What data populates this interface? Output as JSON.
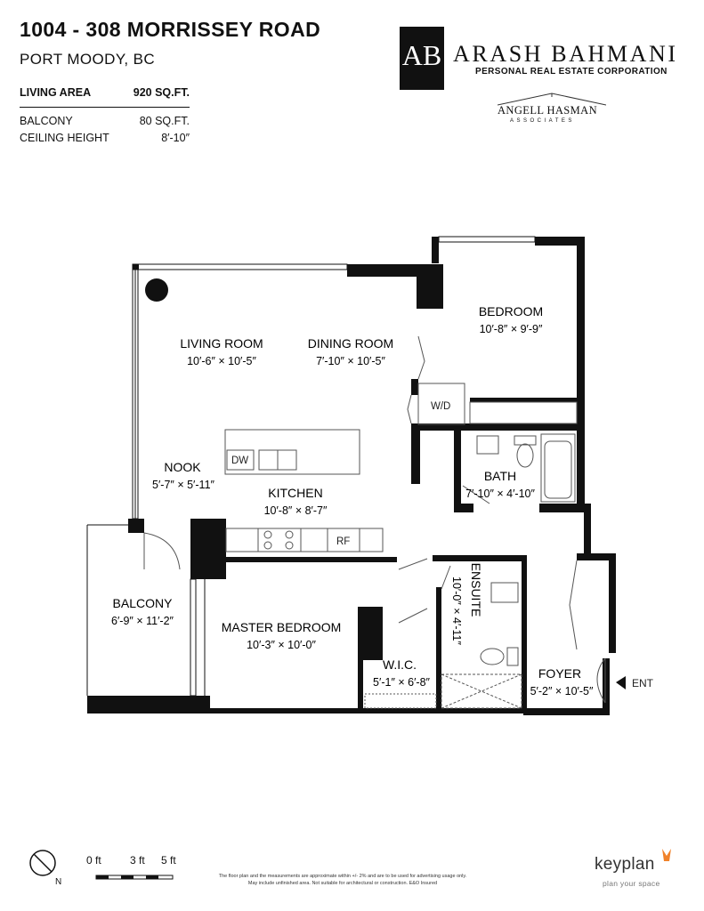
{
  "header": {
    "title": "1004 - 308 MORRISSEY ROAD",
    "subtitle": "PORT MOODY, BC"
  },
  "specs": [
    {
      "label": "LIVING AREA",
      "value": "920 SQ.FT.",
      "bold": true
    },
    {
      "label": "BALCONY",
      "value": "80 SQ.FT.",
      "bold": false
    },
    {
      "label": "CEILING HEIGHT",
      "value": "8′-10″",
      "bold": false
    }
  ],
  "branding": {
    "monogram": "AB",
    "name": "ARASH BAHMANI",
    "corporation": "PERSONAL REAL ESTATE CORPORATION",
    "partner_name": "ANGELL HASMAN",
    "partner_sub": "ASSOCIATES"
  },
  "rooms": {
    "bedroom": {
      "name": "BEDROOM",
      "dims": "10′-8″  ×  9′-9″"
    },
    "living_room": {
      "name": "LIVING ROOM",
      "dims": "10′-6″  ×  10′-5″"
    },
    "dining_room": {
      "name": "DINING ROOM",
      "dims": "7′-10″  ×  10′-5″"
    },
    "nook": {
      "name": "NOOK",
      "dims": "5′-7″  ×  5′-11″"
    },
    "kitchen": {
      "name": "KITCHEN",
      "dims": "10′-8″  ×  8′-7″"
    },
    "bath": {
      "name": "BATH",
      "dims": "7′-10″ × 4′-10″"
    },
    "balcony": {
      "name": "BALCONY",
      "dims": "6′-9″  ×  11′-2″"
    },
    "master_bedroom": {
      "name": "MASTER BEDROOM",
      "dims": "10′-3″  ×  10′-0″"
    },
    "wic": {
      "name": "W.I.C.",
      "dims": "5′-1″ × 6′-8″"
    },
    "ensuite": {
      "name": "ENSUITE",
      "dims": "10′-0″ × 4′-11″"
    },
    "foyer": {
      "name": "FOYER",
      "dims": "5′-2″ × 10′-5″"
    }
  },
  "fixtures": {
    "washer_dryer": "W/D",
    "dishwasher": "DW",
    "fridge": "RF",
    "entry": "ENT"
  },
  "scale": {
    "labels": [
      "0 ft",
      "3 ft",
      "5 ft"
    ],
    "north": "N"
  },
  "disclaimer": [
    "The floor plan and the measurements are approximate within +/- 2% and are to be used for advertising usage only.",
    "May include unfinished area. Not suitable for architectural or construction. E&O Insured"
  ],
  "keyplan": {
    "name": "keyplan",
    "tagline": "plan your space",
    "accent": "#f0822a"
  }
}
